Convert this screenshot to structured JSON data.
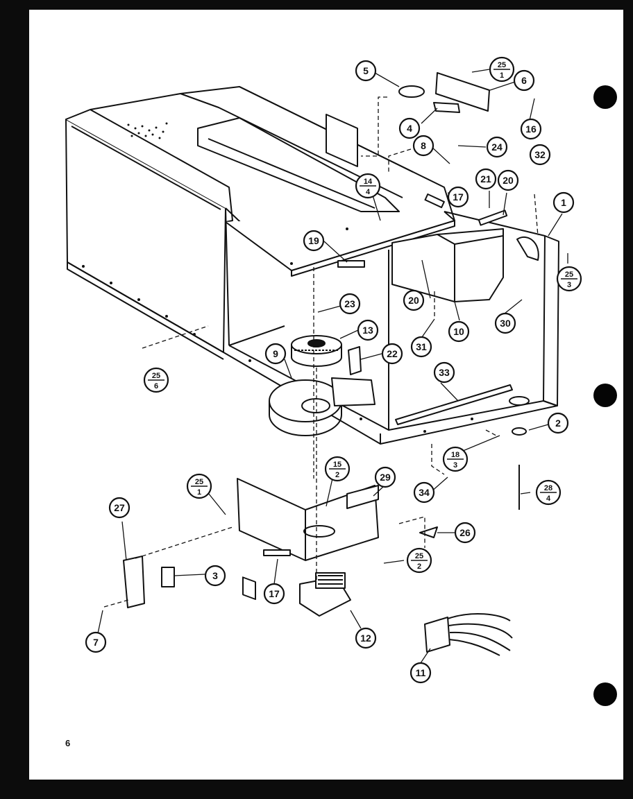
{
  "page_number": "6",
  "callouts": [
    {
      "id": "c5",
      "text": "5"
    },
    {
      "id": "c25_1a",
      "num": "25",
      "den": "1"
    },
    {
      "id": "c6",
      "text": "6"
    },
    {
      "id": "c4",
      "text": "4"
    },
    {
      "id": "c16",
      "text": "16"
    },
    {
      "id": "c8",
      "text": "8"
    },
    {
      "id": "c24",
      "text": "24"
    },
    {
      "id": "c32",
      "text": "32"
    },
    {
      "id": "c14_4",
      "num": "14",
      "den": "4"
    },
    {
      "id": "c17a",
      "text": "17"
    },
    {
      "id": "c21",
      "text": "21"
    },
    {
      "id": "c20a",
      "text": "20"
    },
    {
      "id": "c1",
      "text": "1"
    },
    {
      "id": "c19",
      "text": "19"
    },
    {
      "id": "c25_3",
      "num": "25",
      "den": "3"
    },
    {
      "id": "c23",
      "text": "23"
    },
    {
      "id": "c20b",
      "text": "20"
    },
    {
      "id": "c10",
      "text": "10"
    },
    {
      "id": "c30",
      "text": "30"
    },
    {
      "id": "c13",
      "text": "13"
    },
    {
      "id": "c31",
      "text": "31"
    },
    {
      "id": "c9",
      "text": "9"
    },
    {
      "id": "c22",
      "text": "22"
    },
    {
      "id": "c25_6",
      "num": "25",
      "den": "6"
    },
    {
      "id": "c33",
      "text": "33"
    },
    {
      "id": "c2",
      "text": "2"
    },
    {
      "id": "c15_2",
      "num": "15",
      "den": "2"
    },
    {
      "id": "c29",
      "text": "29"
    },
    {
      "id": "c18_3",
      "num": "18",
      "den": "3"
    },
    {
      "id": "c25_1b",
      "num": "25",
      "den": "1"
    },
    {
      "id": "c28_4",
      "num": "28",
      "den": "4"
    },
    {
      "id": "c34",
      "text": "34"
    },
    {
      "id": "c27",
      "text": "27"
    },
    {
      "id": "c26",
      "text": "26"
    },
    {
      "id": "c25_2",
      "num": "25",
      "den": "2"
    },
    {
      "id": "c3",
      "text": "3"
    },
    {
      "id": "c17b",
      "text": "17"
    },
    {
      "id": "c12",
      "text": "12"
    },
    {
      "id": "c7",
      "text": "7"
    },
    {
      "id": "c11",
      "text": "11"
    }
  ]
}
